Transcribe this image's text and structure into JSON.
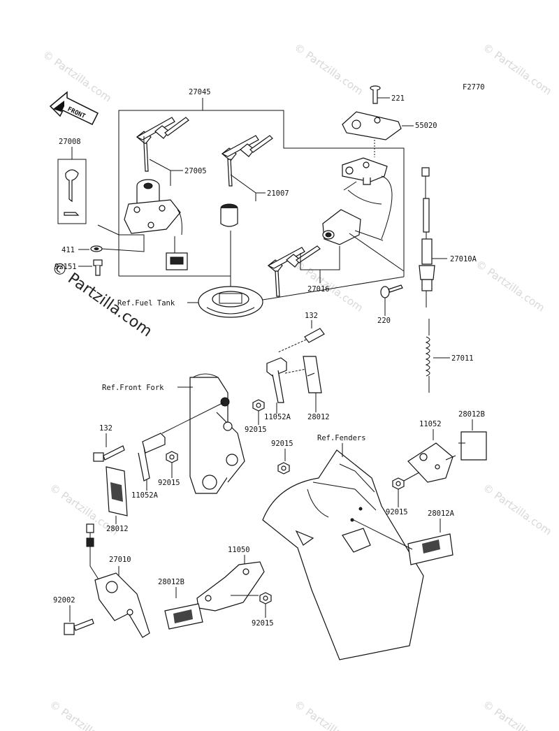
{
  "figure_code": "F2770",
  "front_arrow_label": "FRONT",
  "watermark": "© Partzilla.com",
  "callouts": {
    "c27045": "27045",
    "c27008": "27008",
    "c27005": "27005",
    "c21007": "21007",
    "c221": "221",
    "c55020": "55020",
    "c411": "411",
    "c92151": "92151",
    "c27016": "27016",
    "c220": "220",
    "c27010A": "27010A",
    "c27011": "27011",
    "c132a": "132",
    "c132b": "132",
    "c11052A_a": "11052A",
    "c11052A_b": "11052A",
    "c28012_a": "28012",
    "c28012_b": "28012",
    "c92015_a": "92015",
    "c92015_b": "92015",
    "c92015_c": "92015",
    "c92015_d": "92015",
    "c92015_e": "92015",
    "c11052": "11052",
    "c28012B_a": "28012B",
    "c28012B_b": "28012B",
    "c28012A": "28012A",
    "c11050": "11050",
    "c27010": "27010",
    "c92002": "92002"
  },
  "refs": {
    "fuel_tank": "Ref.Fuel Tank",
    "front_fork": "Ref.Front Fork",
    "fenders": "Ref.Fenders"
  }
}
